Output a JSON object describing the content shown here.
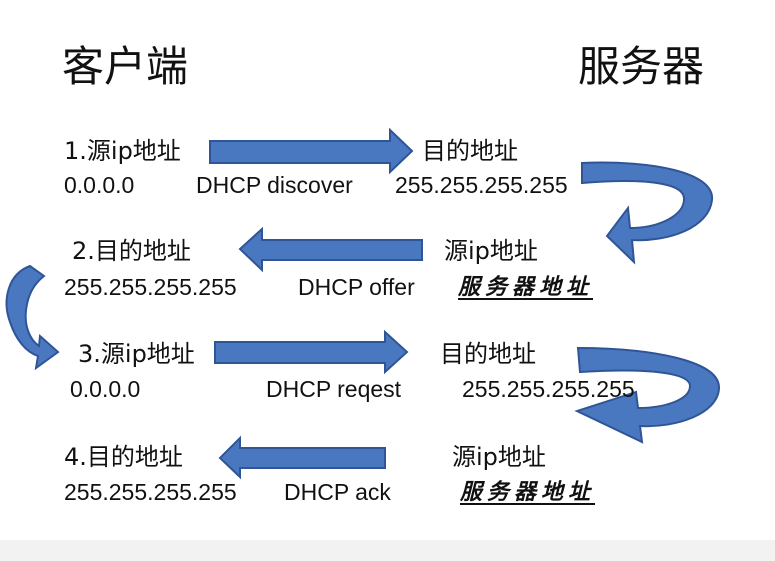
{
  "titles": {
    "client": "客户端",
    "server": "服务器"
  },
  "steps": [
    {
      "left_label": "1.源ip地址",
      "left_value": "0.0.0.0",
      "message": "DHCP discover",
      "right_label": "目的地址",
      "right_value": "255.255.255.255",
      "direction": "right"
    },
    {
      "left_label": "2.目的地址",
      "left_value": "255.255.255.255",
      "message": "DHCP offer",
      "right_label": "源ip地址",
      "right_value": "服务器地址",
      "direction": "left"
    },
    {
      "left_label": "3.源ip地址",
      "left_value": "0.0.0.0",
      "message": "DHCP reqest",
      "right_label": "目的地址",
      "right_value": "255.255.255.255",
      "direction": "right"
    },
    {
      "left_label": "4.目的地址",
      "left_value": "255.255.255.255",
      "message": "DHCP ack",
      "right_label": "源ip地址",
      "right_value": "服务器地址",
      "direction": "left"
    }
  ],
  "colors": {
    "arrow_fill": "#4a78c0",
    "arrow_stroke": "#2f5597"
  }
}
